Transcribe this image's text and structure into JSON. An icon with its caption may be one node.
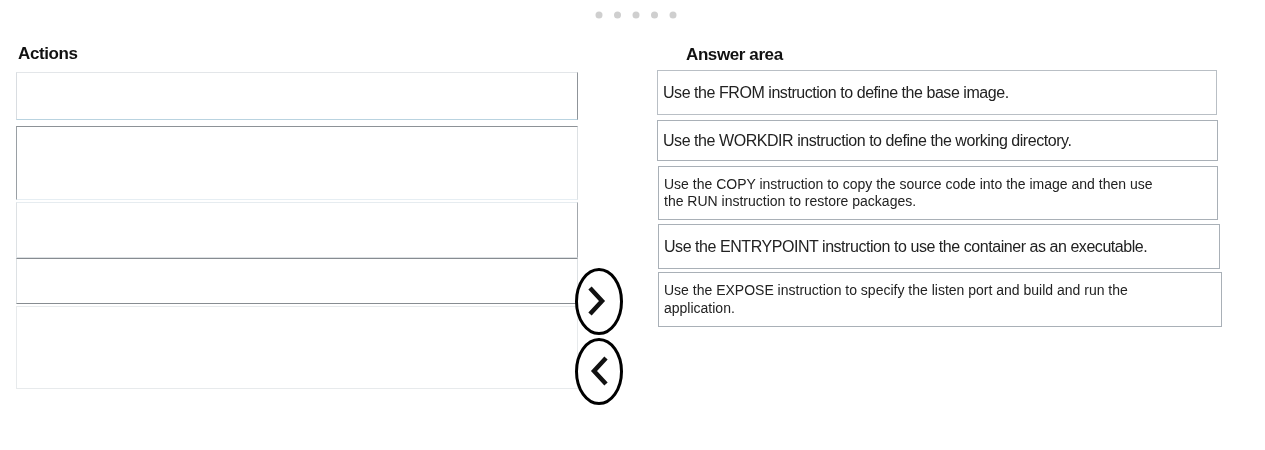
{
  "diagram": {
    "nodes": [
      {
        "text": [],
        "shape": "box"
      },
      {
        "text": [],
        "shape": "box"
      },
      {
        "text": [],
        "shape": "box"
      },
      {
        "text": [],
        "shape": "box"
      },
      {
        "text": [],
        "shape": "box"
      },
      {
        "text": [
          "Use the FROM instruction to define the base image."
        ]
      },
      {
        "text": [
          "Use the WORKDIR instruction to define the working directory."
        ]
      },
      {
        "text": [
          "Use the COPY instruction to copy the source code into the image and then use the RUN instruction to restore packages."
        ]
      },
      {
        "text": [
          "Use the ENTRYPOINT instruction to use the container as an executable."
        ]
      },
      {
        "text": [
          "Use the EXPOSE instruction to specify the listen port and build and run the application."
        ]
      }
    ],
    "labels": [
      "Actions",
      "Answer area"
    ]
  }
}
